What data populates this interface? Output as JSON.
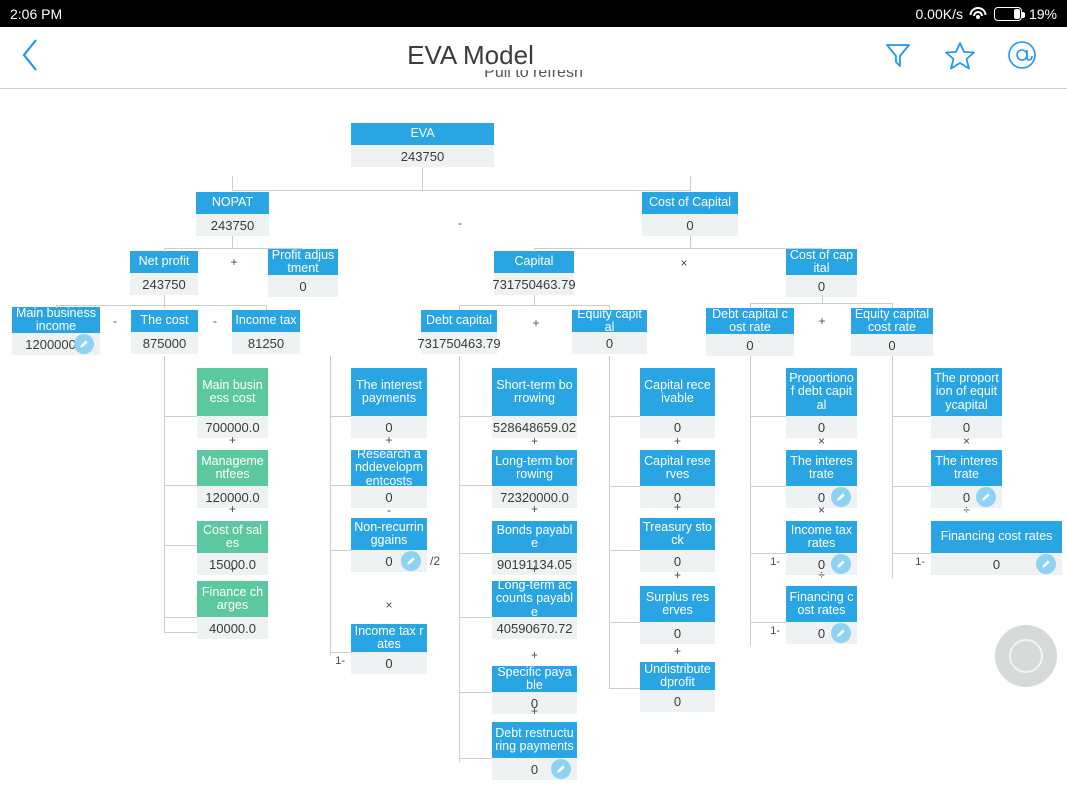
{
  "statusbar": {
    "time": "2:06 PM",
    "net_speed": "0.00K/s",
    "battery": "19%",
    "wifi_icon": "wifi-icon",
    "battery_icon": "battery-icon"
  },
  "appbar": {
    "title": "EVA Model",
    "back_icon": "chevron-left-icon",
    "filter_icon": "filter-icon",
    "star_icon": "star-icon",
    "at_icon": "at-icon"
  },
  "refresh": {
    "hint": "Pull to refresh"
  },
  "fab": {
    "icon": "record-circle-icon"
  },
  "colors": {
    "blue": "#29a5e3",
    "green": "#5bc8a0",
    "value_bg": "#eef2f2",
    "pencil": "#8ed3f4",
    "line": "#c9cfcf",
    "accent_text": "#ffffff"
  },
  "chart_data": {
    "type": "tree",
    "title": "EVA Model",
    "nodes": [
      {
        "id": "eva",
        "label": "EVA",
        "value": "243750",
        "color": "blue",
        "edit": false
      },
      {
        "id": "nopat",
        "label": "NOPAT",
        "value": "243750",
        "color": "blue",
        "edit": false
      },
      {
        "id": "coc",
        "label": "Cost of Capital",
        "value": "0",
        "color": "blue",
        "edit": false
      },
      {
        "id": "netprofit",
        "label": "Net profit",
        "value": "243750",
        "color": "blue",
        "edit": false
      },
      {
        "id": "profitadj",
        "label": "Profit adjust\nment",
        "value": "0",
        "color": "blue",
        "edit": false
      },
      {
        "id": "capital",
        "label": "Capital",
        "value": "731750463.79",
        "color": "blue",
        "edit": false
      },
      {
        "id": "costofcapital2",
        "label": "Cost of cap\nital",
        "value": "0",
        "color": "blue",
        "edit": false
      },
      {
        "id": "mainincome",
        "label": "Main business\nincome",
        "value": "1200000.0",
        "color": "blue",
        "edit": true
      },
      {
        "id": "thecost",
        "label": "The cost",
        "value": "875000",
        "color": "blue",
        "edit": false
      },
      {
        "id": "incometax",
        "label": "Income tax",
        "value": "81250",
        "color": "blue",
        "edit": false
      },
      {
        "id": "debtcapital",
        "label": "Debt capital",
        "value": "731750463.79",
        "color": "blue",
        "edit": false
      },
      {
        "id": "equitycapital",
        "label": "Equity capital",
        "value": "0",
        "color": "blue",
        "edit": false
      },
      {
        "id": "debtcostrate",
        "label": "Debt capital co\nst rate",
        "value": "0",
        "color": "blue",
        "edit": false
      },
      {
        "id": "equitycostrate",
        "label": "Equity capital\ncost rate",
        "value": "0",
        "color": "blue",
        "edit": false
      },
      {
        "id": "mainbizcost",
        "label": "Main busines\ns cost",
        "value": "700000.0",
        "color": "green",
        "edit": false
      },
      {
        "id": "mgmtfees",
        "label": "Management\nfees",
        "value": "120000.0",
        "color": "green",
        "edit": false
      },
      {
        "id": "costofsales",
        "label": "Cost of sales",
        "value": "15000.0",
        "color": "green",
        "edit": false
      },
      {
        "id": "financecharges",
        "label": "Finance charg\nes",
        "value": "40000.0",
        "color": "green",
        "edit": false
      },
      {
        "id": "interestpay",
        "label": "The interest\npayments",
        "value": "0",
        "color": "blue",
        "edit": false
      },
      {
        "id": "rnd",
        "label": "Research and\ndevelopment\ncosts",
        "value": "0",
        "color": "blue",
        "edit": false
      },
      {
        "id": "nonrecurring",
        "label": "Non-recurring\ngains",
        "value": "0",
        "color": "blue",
        "edit": true,
        "suffix": "/2"
      },
      {
        "id": "incometaxrates1",
        "label": "Income tax ra\ntes",
        "value": "0",
        "color": "blue",
        "edit": false,
        "prefix": "1-"
      },
      {
        "id": "shortterm",
        "label": "Short-term borr\nowing",
        "value": "528648659.02",
        "color": "blue",
        "edit": false
      },
      {
        "id": "longterm",
        "label": "Long-term borr\nowing",
        "value": "72320000.0",
        "color": "blue",
        "edit": false
      },
      {
        "id": "bonds",
        "label": "Bonds payable",
        "value": "90191134.05",
        "color": "blue",
        "edit": false
      },
      {
        "id": "ltap",
        "label": "Long-term acco\nunts payable",
        "value": "40590670.72",
        "color": "blue",
        "edit": false
      },
      {
        "id": "specificpay",
        "label": "Specific payable",
        "value": "0",
        "color": "blue",
        "edit": false
      },
      {
        "id": "debtrestruct",
        "label": "Debt restructuri\nng payments",
        "value": "0",
        "color": "blue",
        "edit": true
      },
      {
        "id": "capitalrecv",
        "label": "Capital recei\nvable",
        "value": "0",
        "color": "blue",
        "edit": false
      },
      {
        "id": "capitalres",
        "label": "Capital reser\nves",
        "value": "0",
        "color": "blue",
        "edit": false
      },
      {
        "id": "treasury",
        "label": "Treasury sto\nck",
        "value": "0",
        "color": "blue",
        "edit": false
      },
      {
        "id": "surplusres",
        "label": "Surplus rese\nrves",
        "value": "0",
        "color": "blue",
        "edit": false
      },
      {
        "id": "undistprofit",
        "label": "Undistributed\nprofit",
        "value": "0",
        "color": "blue",
        "edit": false
      },
      {
        "id": "propdebt",
        "label": "Proportion\nof debt cap\nital",
        "value": "0",
        "color": "blue",
        "edit": false
      },
      {
        "id": "interestrate1",
        "label": "The interest\nrate",
        "value": "0",
        "color": "blue",
        "edit": true
      },
      {
        "id": "incometaxrates2",
        "label": "Income tax\nrates",
        "value": "0",
        "color": "blue",
        "edit": true,
        "prefix": "1-"
      },
      {
        "id": "financingcost1",
        "label": "Financing c\nost rates",
        "value": "0",
        "color": "blue",
        "edit": true,
        "prefix": "1-"
      },
      {
        "id": "propequity",
        "label": "The proporti\non of equity\ncapital",
        "value": "0",
        "color": "blue",
        "edit": false
      },
      {
        "id": "interestrate2",
        "label": "The interest\nrate",
        "value": "0",
        "color": "blue",
        "edit": true
      },
      {
        "id": "financingcost2",
        "label": "Financing cost rates",
        "value": "0",
        "color": "blue",
        "edit": true,
        "prefix": "1-"
      }
    ],
    "operators": [
      {
        "id": "op_nopat_minus",
        "text": "-"
      },
      {
        "id": "op_netprofit_plus",
        "text": "+"
      },
      {
        "id": "op_capital_times",
        "text": "×"
      },
      {
        "id": "op_cost_minus1",
        "text": "-"
      },
      {
        "id": "op_cost_minus2",
        "text": "-"
      },
      {
        "id": "op_debt_plus",
        "text": "+"
      },
      {
        "id": "op_rate_plus",
        "text": "+"
      },
      {
        "id": "op_left_plus1",
        "text": "+"
      },
      {
        "id": "op_left_plus2",
        "text": "+"
      },
      {
        "id": "op_left_plus3",
        "text": "+"
      },
      {
        "id": "op_mid_plus1",
        "text": "+"
      },
      {
        "id": "op_mid_minus1",
        "text": "-"
      },
      {
        "id": "op_mid_times1",
        "text": "×"
      },
      {
        "id": "op_c_plus1",
        "text": "+"
      },
      {
        "id": "op_c_plus2",
        "text": "+"
      },
      {
        "id": "op_c_plus3",
        "text": "+"
      },
      {
        "id": "op_c_plus4",
        "text": "+"
      },
      {
        "id": "op_c_plus5",
        "text": "+"
      },
      {
        "id": "op_e_plus1",
        "text": "+"
      },
      {
        "id": "op_e_plus2",
        "text": "+"
      },
      {
        "id": "op_e_plus3",
        "text": "+"
      },
      {
        "id": "op_e_plus4",
        "text": "+"
      },
      {
        "id": "op_r_times1",
        "text": "×"
      },
      {
        "id": "op_r_times2",
        "text": "×"
      },
      {
        "id": "op_r_div1",
        "text": "÷"
      },
      {
        "id": "op_q_times1",
        "text": "×"
      },
      {
        "id": "op_q_div1",
        "text": "÷"
      }
    ]
  }
}
